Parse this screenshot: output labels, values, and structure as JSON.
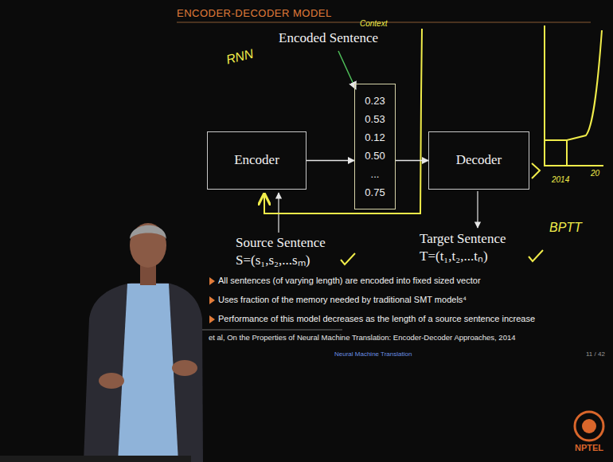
{
  "diagram": {
    "title": "ENCODER-DECODER MODEL",
    "nodes": [
      {
        "text": [
          "Encoder"
        ]
      },
      {
        "text": [
          "0.23",
          "0.53",
          "0.12",
          "0.50",
          "...",
          "0.75"
        ]
      },
      {
        "text": [
          "Decoder"
        ]
      }
    ],
    "edges": [
      {
        "from": 0,
        "to": 1,
        "arrow": "to"
      },
      {
        "from": 1,
        "to": 2,
        "arrow": "to"
      }
    ],
    "labels": [
      "Encoded Sentence",
      "Context",
      "RNN",
      "Source Sentence",
      "S=(s₁,s₂,...sₘ)",
      "Target Sentence",
      "T=(t₁,t₂,...tₙ)",
      "BPTT",
      "2014",
      "20",
      "All sentences (of varying length) are encoded into fixed sized vector",
      "Uses fraction of the memory needed by traditional SMT models⁴",
      "Performance of this model decreases as the length of a source sentence increase",
      "et al, On the Properties of Neural Machine Translation: Encoder-Decoder Approaches, 2014",
      "Neural Machine Translation",
      "11 / 42",
      "NPTEL"
    ]
  }
}
